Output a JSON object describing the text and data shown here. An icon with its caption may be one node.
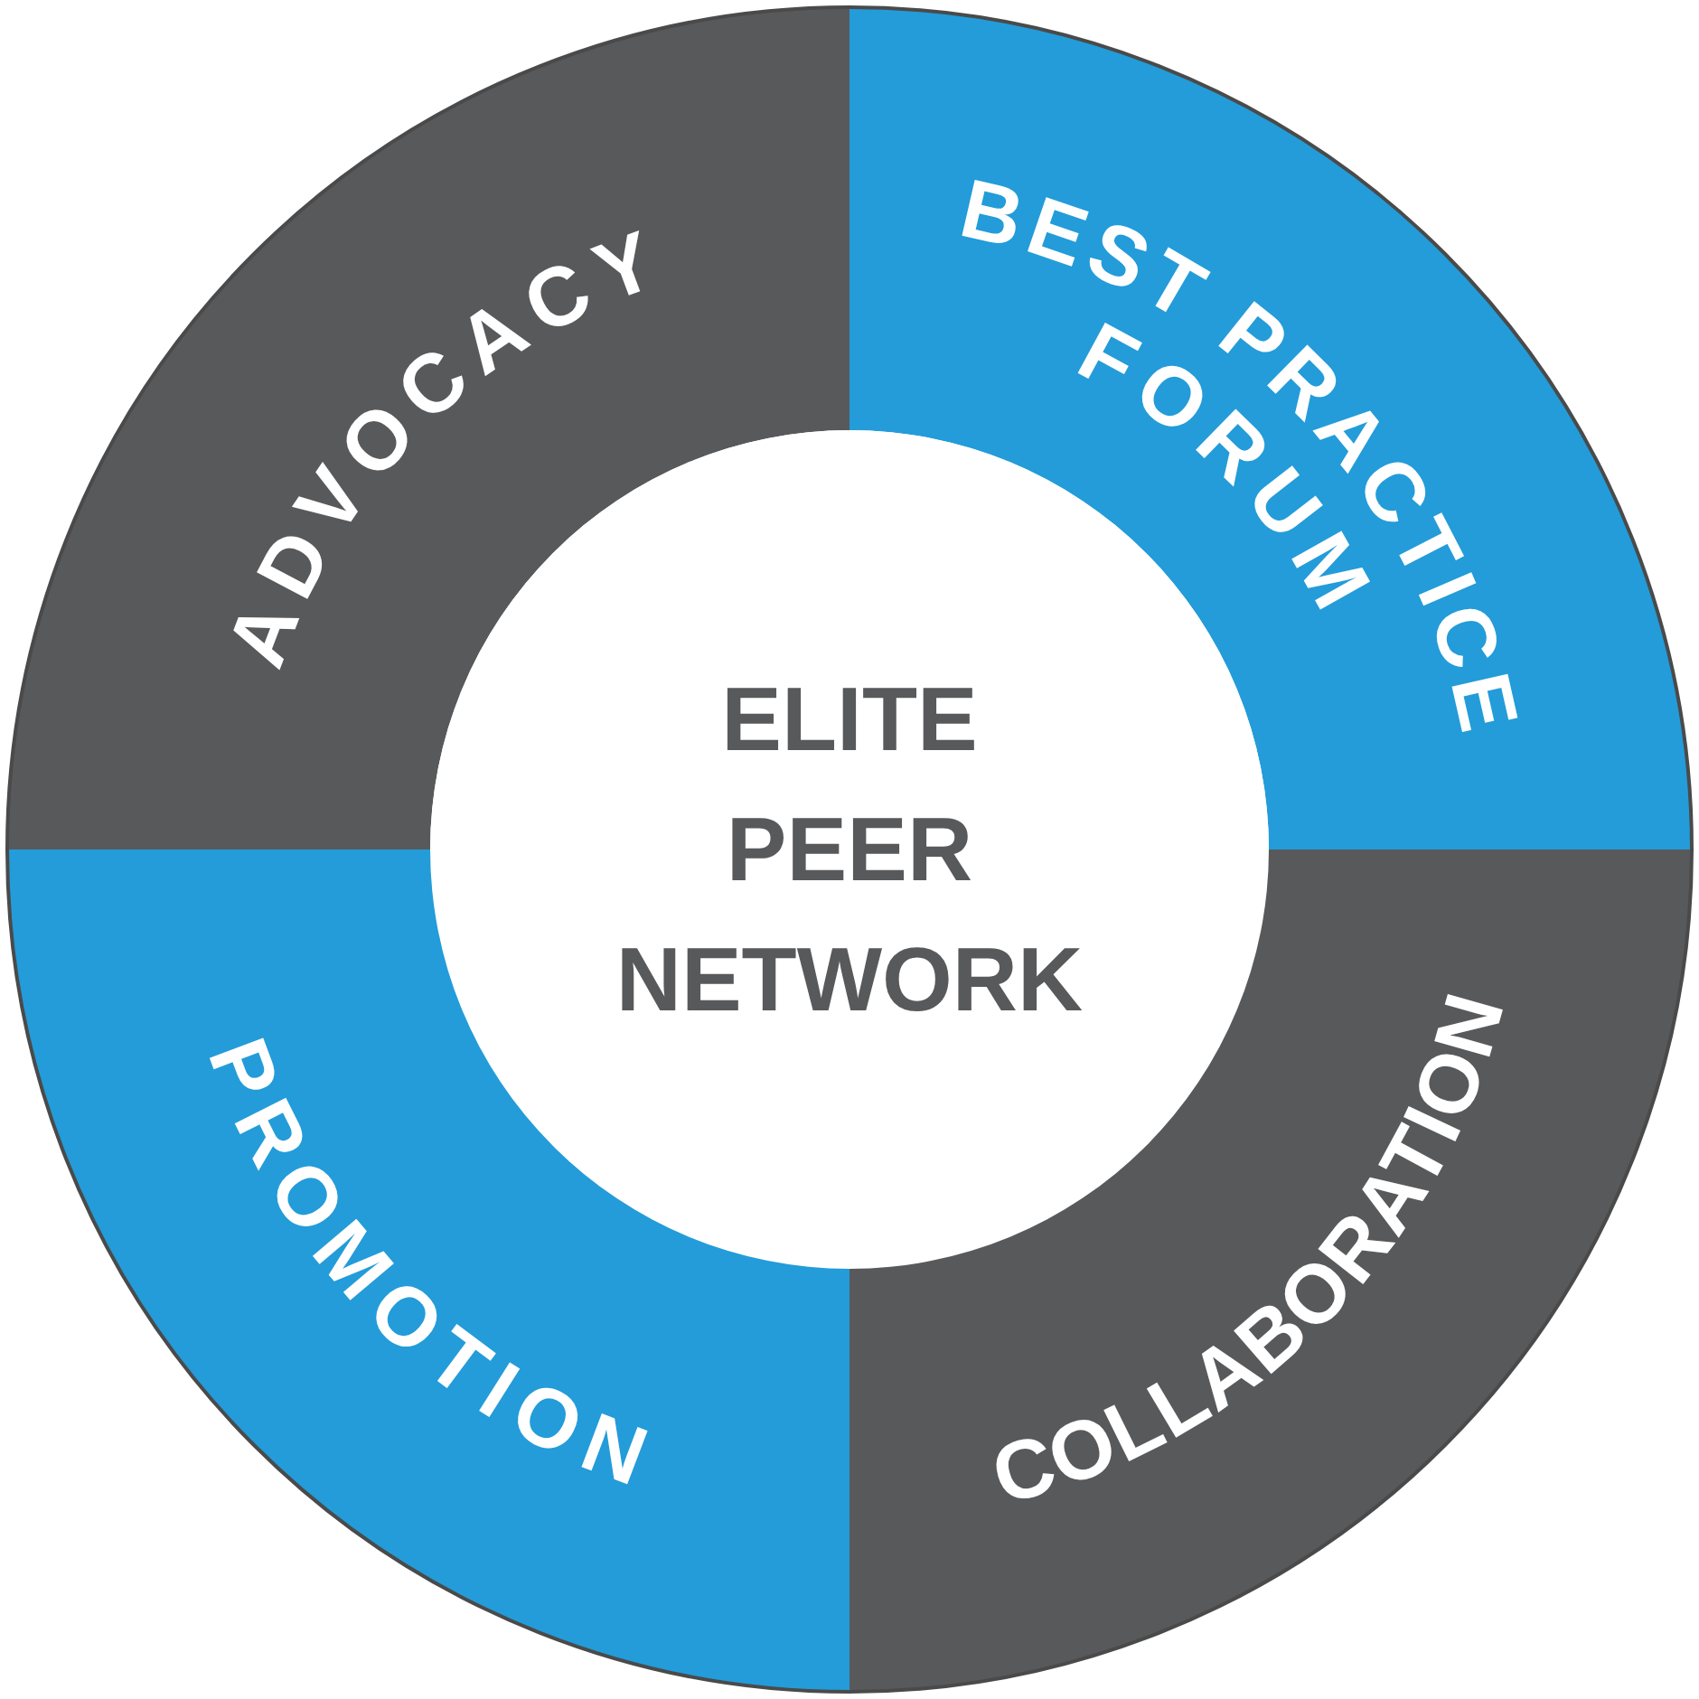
{
  "diagram": {
    "nodes": [
      {
        "text": [
          "ADVOCACY"
        ]
      },
      {
        "text": [
          "BEST PRACTICE FORUM"
        ]
      },
      {
        "text": [
          "ELITE PEER NETWORK"
        ]
      },
      {
        "text": [
          "PROMOTION"
        ]
      },
      {
        "text": [
          "COLLABORATION"
        ]
      }
    ]
  }
}
